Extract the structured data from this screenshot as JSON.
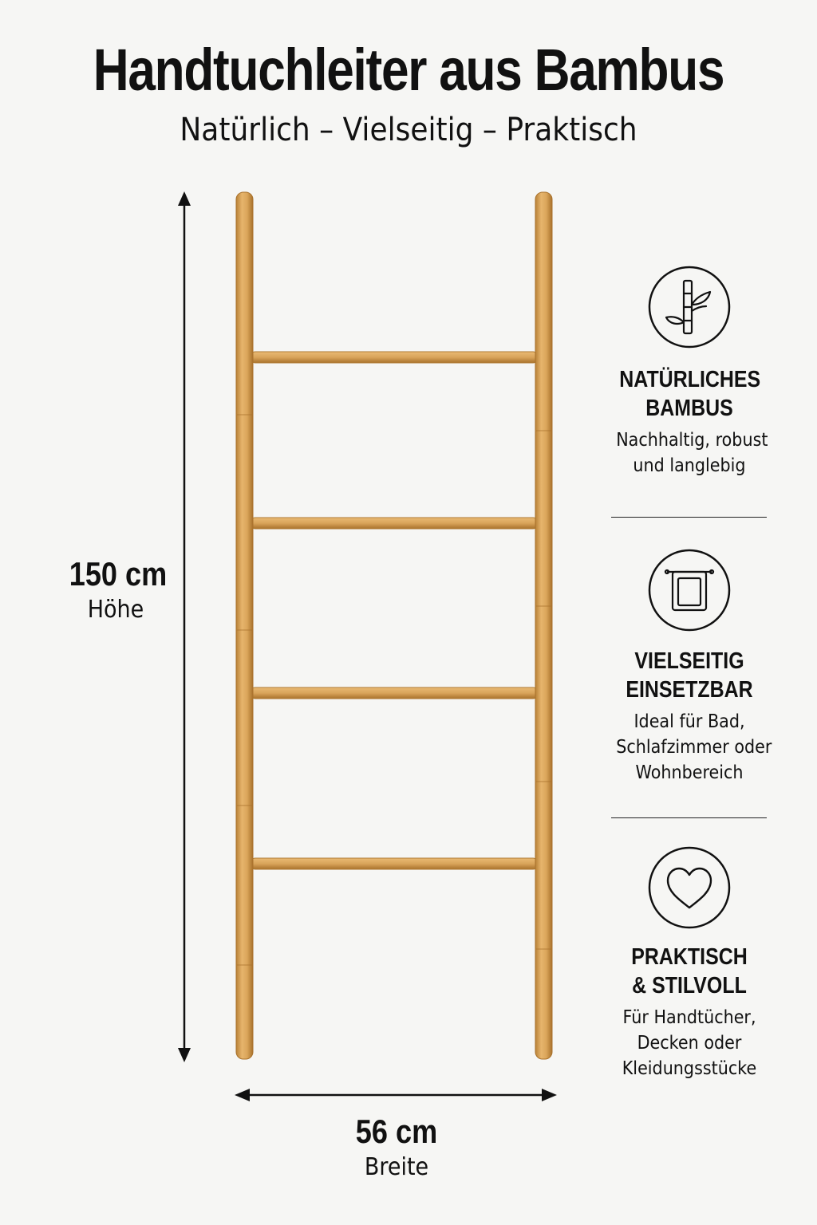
{
  "header": {
    "title": "Handtuchleiter aus Bambus",
    "subtitle": "Natürlich – Vielseitig – Praktisch"
  },
  "dimensions": {
    "height": {
      "value": "150 cm",
      "label": "Höhe"
    },
    "width": {
      "value": "56 cm",
      "label": "Breite"
    }
  },
  "features": [
    {
      "icon": "bamboo-icon",
      "title_line1": "NATÜRLICHES",
      "title_line2": "BAMBUS",
      "desc_line1": "Nachhaltig, robust",
      "desc_line2": "und langlebig",
      "desc_line3": ""
    },
    {
      "icon": "towel-icon",
      "title_line1": "VIELSEITIG",
      "title_line2": "EINSETZBAR",
      "desc_line1": "Ideal für Bad,",
      "desc_line2": "Schlafzimmer oder",
      "desc_line3": "Wohnbereich"
    },
    {
      "icon": "heart-icon",
      "title_line1": "PRAKTISCH",
      "title_line2": "& STILVOLL",
      "desc_line1": "Für Handtücher,",
      "desc_line2": "Decken oder",
      "desc_line3": "Kleidungsstücke"
    }
  ],
  "colors": {
    "background": "#f6f6f4",
    "bamboo": "#d9a45a",
    "bamboo_dark": "#b98237",
    "text": "#111111"
  }
}
